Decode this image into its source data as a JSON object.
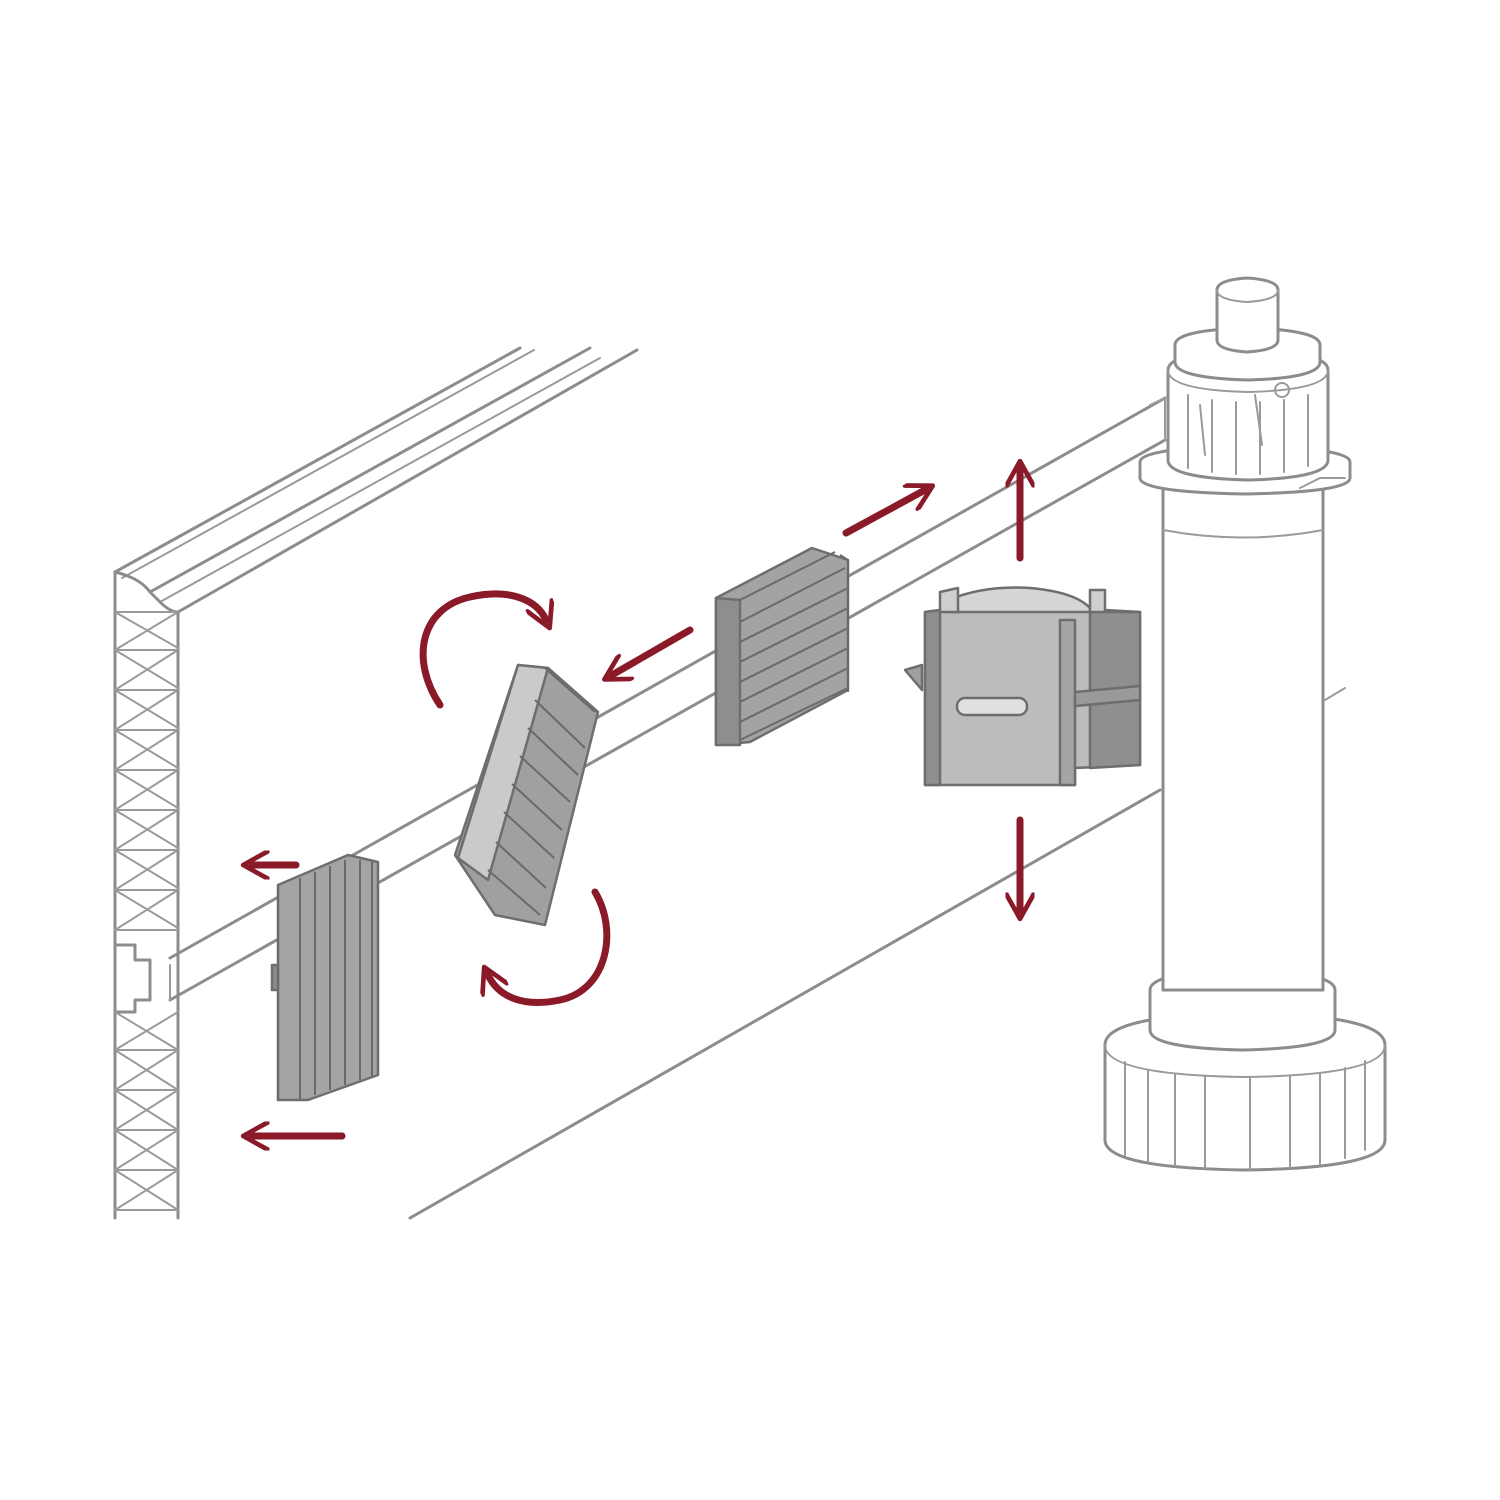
{
  "colors": {
    "background": "#ffffff",
    "outline": "#8c8c8c",
    "clip_fill": "#9d9d9d",
    "clip_fill_light": "#bdbdbd",
    "clip_fill_dark": "#7f7f7f",
    "arrow": "#8a1a28"
  },
  "components": {
    "plinth_panel": "plinth-panel",
    "left_clip": "left-clip",
    "tilted_clip": "tilted-clip",
    "top_clip": "top-clip",
    "leg_bracket": "leg-bracket",
    "adjustable_leg": "adjustable-leg"
  },
  "arrows": [
    {
      "name": "arrow-left-upper",
      "direction": "left"
    },
    {
      "name": "arrow-left-lower",
      "direction": "left"
    },
    {
      "name": "arrow-rotate-top",
      "direction": "clockwise"
    },
    {
      "name": "arrow-rotate-bottom",
      "direction": "clockwise"
    },
    {
      "name": "arrow-slide-down-left",
      "direction": "down-left"
    },
    {
      "name": "arrow-slide-up-right",
      "direction": "up-right"
    },
    {
      "name": "arrow-up",
      "direction": "up"
    },
    {
      "name": "arrow-down",
      "direction": "down"
    }
  ]
}
